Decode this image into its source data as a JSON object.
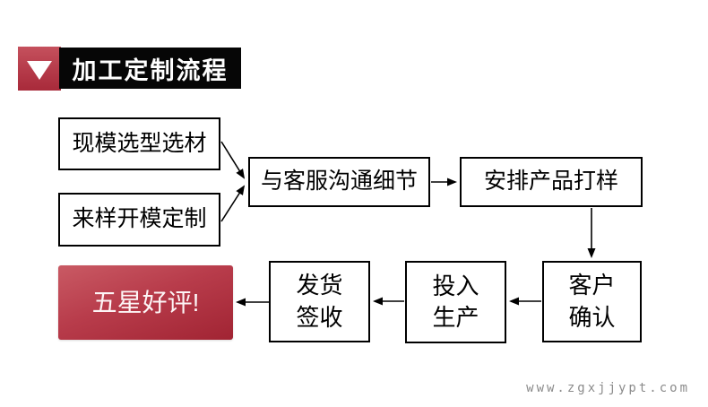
{
  "header": {
    "title": "加工定制流程",
    "icon": "triangle-down-icon",
    "accent_color": "#b53a49",
    "bar_color": "#060606",
    "text_color": "#ffffff"
  },
  "flowchart": {
    "nodes": [
      {
        "id": "existing-mold",
        "label": "现模选型选材"
      },
      {
        "id": "sample-mold",
        "label": "来样开模定制"
      },
      {
        "id": "contact-service",
        "label": "与客服沟通细节"
      },
      {
        "id": "arrange-proof",
        "label": "安排产品打样"
      },
      {
        "id": "customer-confirm",
        "label": "客户\n确认"
      },
      {
        "id": "start-production",
        "label": "投入\n生产"
      },
      {
        "id": "ship-sign",
        "label": "发货\n签收"
      },
      {
        "id": "five-star-review",
        "label": "五星好评!"
      }
    ],
    "edges": [
      {
        "from": "existing-mold",
        "to": "contact-service"
      },
      {
        "from": "sample-mold",
        "to": "contact-service"
      },
      {
        "from": "contact-service",
        "to": "arrange-proof"
      },
      {
        "from": "arrange-proof",
        "to": "customer-confirm"
      },
      {
        "from": "customer-confirm",
        "to": "start-production"
      },
      {
        "from": "start-production",
        "to": "ship-sign"
      },
      {
        "from": "ship-sign",
        "to": "five-star-review"
      }
    ],
    "final_node_colors": {
      "top": "#c95a64",
      "bottom": "#a12433"
    }
  },
  "watermark": {
    "text": "www.zgxjjypt.com",
    "color": "#8b8b8b"
  }
}
